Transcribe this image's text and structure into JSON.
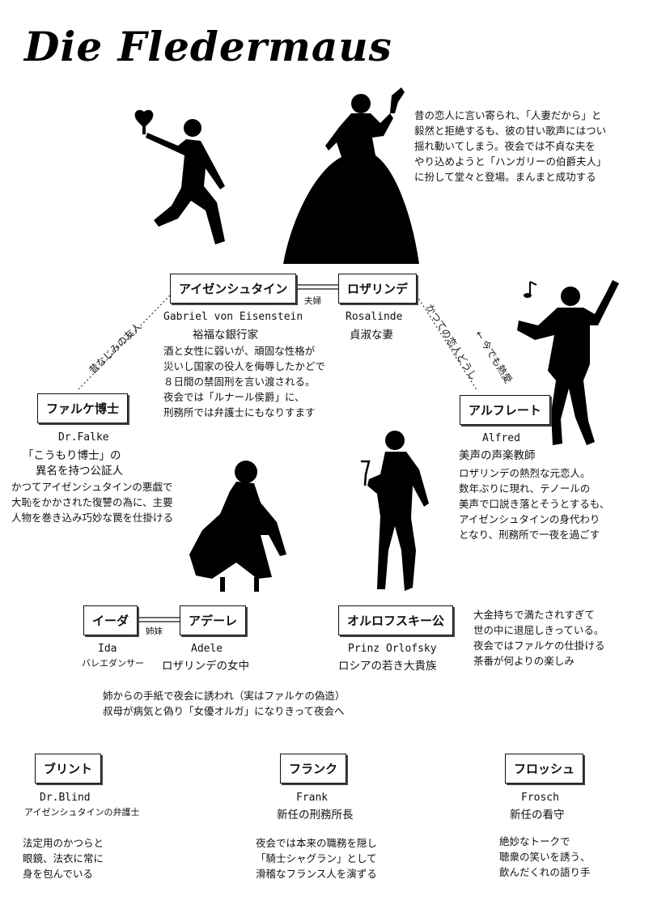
{
  "title": "Die Fledermaus",
  "characters": {
    "eisenstein": {
      "box": "アイゼンシュタイン",
      "roman": "Gabriel von Eisenstein",
      "role": "裕福な銀行家",
      "desc": [
        "酒と女性に弱いが、頑固な性格が",
        "災いし国家の役人を侮辱したかどで",
        "８日間の禁固刑を言い渡される。",
        "夜会では「ルナール侯爵」に、",
        "刑務所では弁護士にもなりすます"
      ]
    },
    "rosalinde": {
      "box": "ロザリンデ",
      "roman": "Rosalinde",
      "role": "貞淑な妻",
      "desc": [
        "昔の恋人に言い寄られ、「人妻だから」と",
        "毅然と拒絶するも、彼の甘い歌声にはつい",
        "揺れ動いてしまう。夜会では不貞な夫を",
        "やり込めようと「ハンガリーの伯爵夫人」",
        "に扮して堂々と登場。まんまと成功する"
      ]
    },
    "falke": {
      "box": "ファルケ博士",
      "roman": "Dr.Falke",
      "role1": "「こうもり博士」の",
      "role2": "異名を持つ公証人",
      "desc": [
        "かつてアイゼンシュタインの悪戯で",
        "大恥をかかされた復讐の為に、主要",
        "人物を巻き込み巧妙な罠を仕掛ける"
      ]
    },
    "alfred": {
      "box": "アルフレート",
      "roman": "Alfred",
      "role": "美声の声楽教師",
      "desc": [
        "ロザリンデの熱烈な元恋人。",
        "数年ぶりに現れ、テノールの",
        "美声で口説き落とそうとするも、",
        "アイゼンシュタインの身代わり",
        "となり、刑務所で一夜を過ごす"
      ]
    },
    "ida": {
      "box": "イーダ",
      "roman": "Ida",
      "role": "バレエダンサー"
    },
    "adele": {
      "box": "アデーレ",
      "roman": "Adele",
      "role": "ロザリンデの女中",
      "desc": [
        "姉からの手紙で夜会に誘われ（実はファルケの偽造）",
        "叔母が病気と偽り「女優オルガ」になりきって夜会へ"
      ]
    },
    "orlofsky": {
      "box": "オルロフスキー公",
      "roman": "Prinz Orlofsky",
      "role": "ロシアの若き大貴族",
      "desc": [
        "大金持ちで満たされすぎて",
        "世の中に退屈しきっている。",
        "夜会ではファルケの仕掛ける",
        "茶番が何よりの楽しみ"
      ]
    },
    "blind": {
      "box": "ブリント",
      "roman": "Dr.Blind",
      "role": "アイゼンシュタインの弁護士",
      "desc": [
        "法定用のかつらと",
        "眼鏡、法衣に常に",
        "身を包んでいる"
      ]
    },
    "frank": {
      "box": "フランク",
      "roman": "Frank",
      "role": "新任の刑務所長",
      "desc": [
        "夜会では本来の職務を隠し",
        "「騎士シャグラン」として",
        "滑稽なフランス人を演ずる"
      ]
    },
    "frosch": {
      "box": "フロッシュ",
      "roman": "Frosch",
      "role": "新任の看守",
      "desc": [
        "絶妙なトークで",
        "聴衆の笑いを誘う、",
        "飲んだくれの語り手"
      ]
    }
  },
  "relations": {
    "couple": "夫婦",
    "friends": "昔なじみの友人",
    "former_lovers": "かつての恋人どうし",
    "still_love": "← 今でも熱愛",
    "sisters": "姉妹"
  }
}
